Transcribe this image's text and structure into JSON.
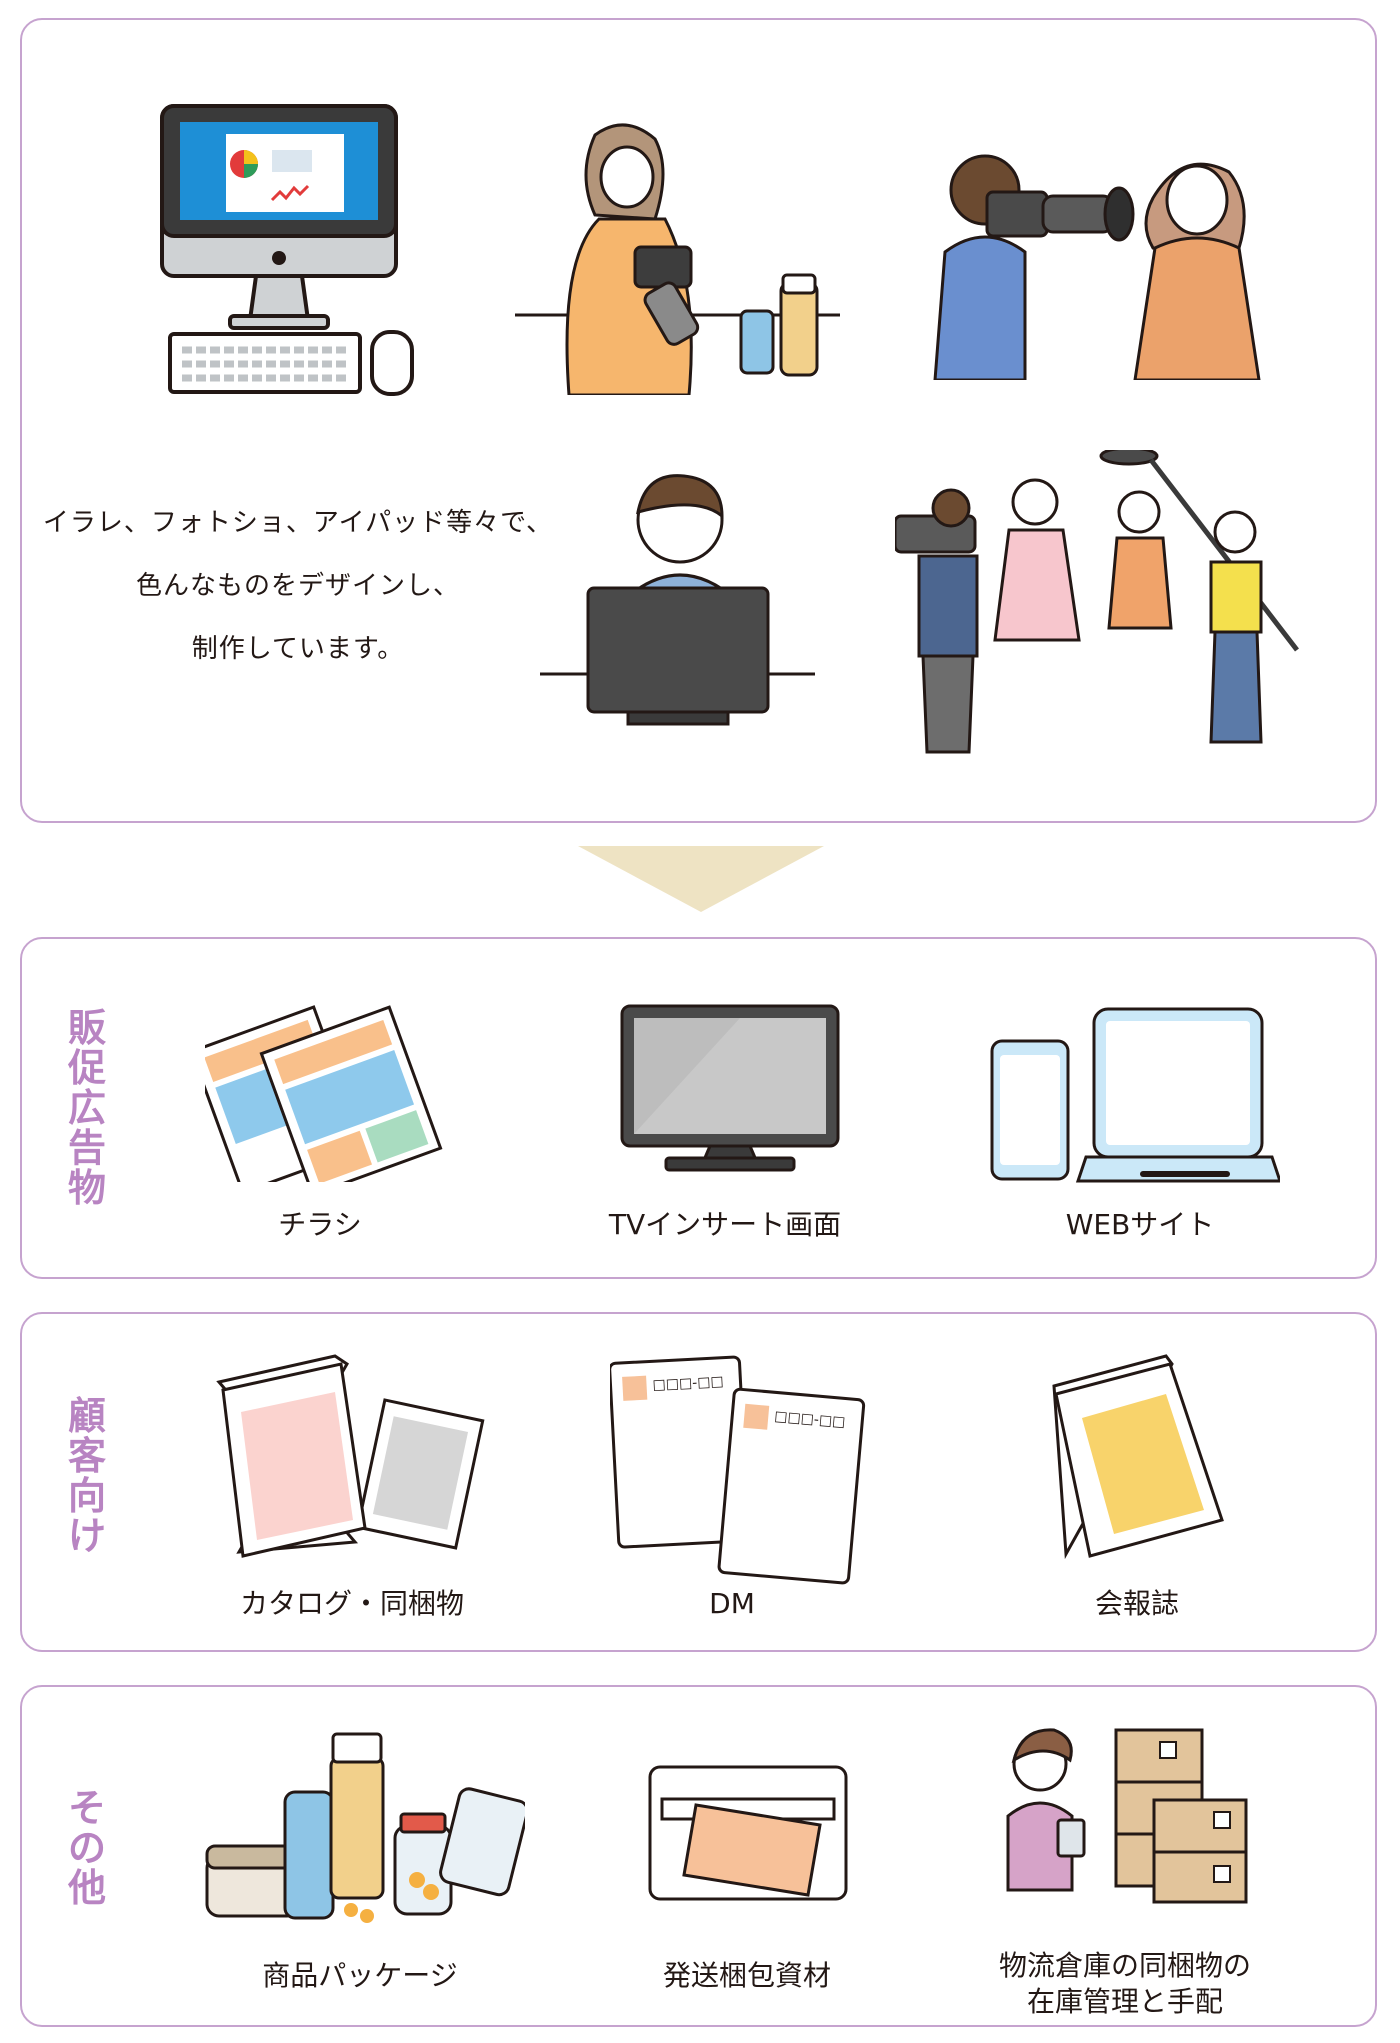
{
  "intro": {
    "lines": [
      "イラレ、フォトショ、アイパッド等々で、",
      "色んなものをデザインし、",
      "制作しています。"
    ]
  },
  "sections": {
    "promo": {
      "label_chars": [
        "販",
        "促",
        "広",
        "告",
        "物"
      ],
      "items": [
        "チラシ",
        "TVインサート画面",
        "WEBサイト"
      ]
    },
    "customer": {
      "label_chars": [
        "顧",
        "客",
        "向",
        "け"
      ],
      "items": [
        "カタログ・同梱物",
        "DM",
        "会報誌"
      ],
      "dm_code": "□□□-□□"
    },
    "other": {
      "label_chars": [
        "そ",
        "の",
        "他"
      ],
      "items": [
        "商品パッケージ",
        "発送梱包資材"
      ],
      "logistics_lines": [
        "物流倉庫の同梱物の",
        "在庫管理と手配"
      ]
    }
  },
  "colors": {
    "border": "#c6a3cf",
    "label": "#b884c2",
    "arrow": "#eee3c3",
    "text": "#231815"
  },
  "icons": [
    "desktop-computer-icon",
    "photographer-icon",
    "video-interview-icon",
    "designer-at-monitor-icon",
    "studio-shoot-icon",
    "flyer-icon",
    "tv-screen-icon",
    "phone-and-laptop-icon",
    "catalog-icon",
    "dm-postcard-icon",
    "magazine-icon",
    "product-package-icon",
    "shipping-envelope-icon",
    "warehouse-worker-icon"
  ]
}
